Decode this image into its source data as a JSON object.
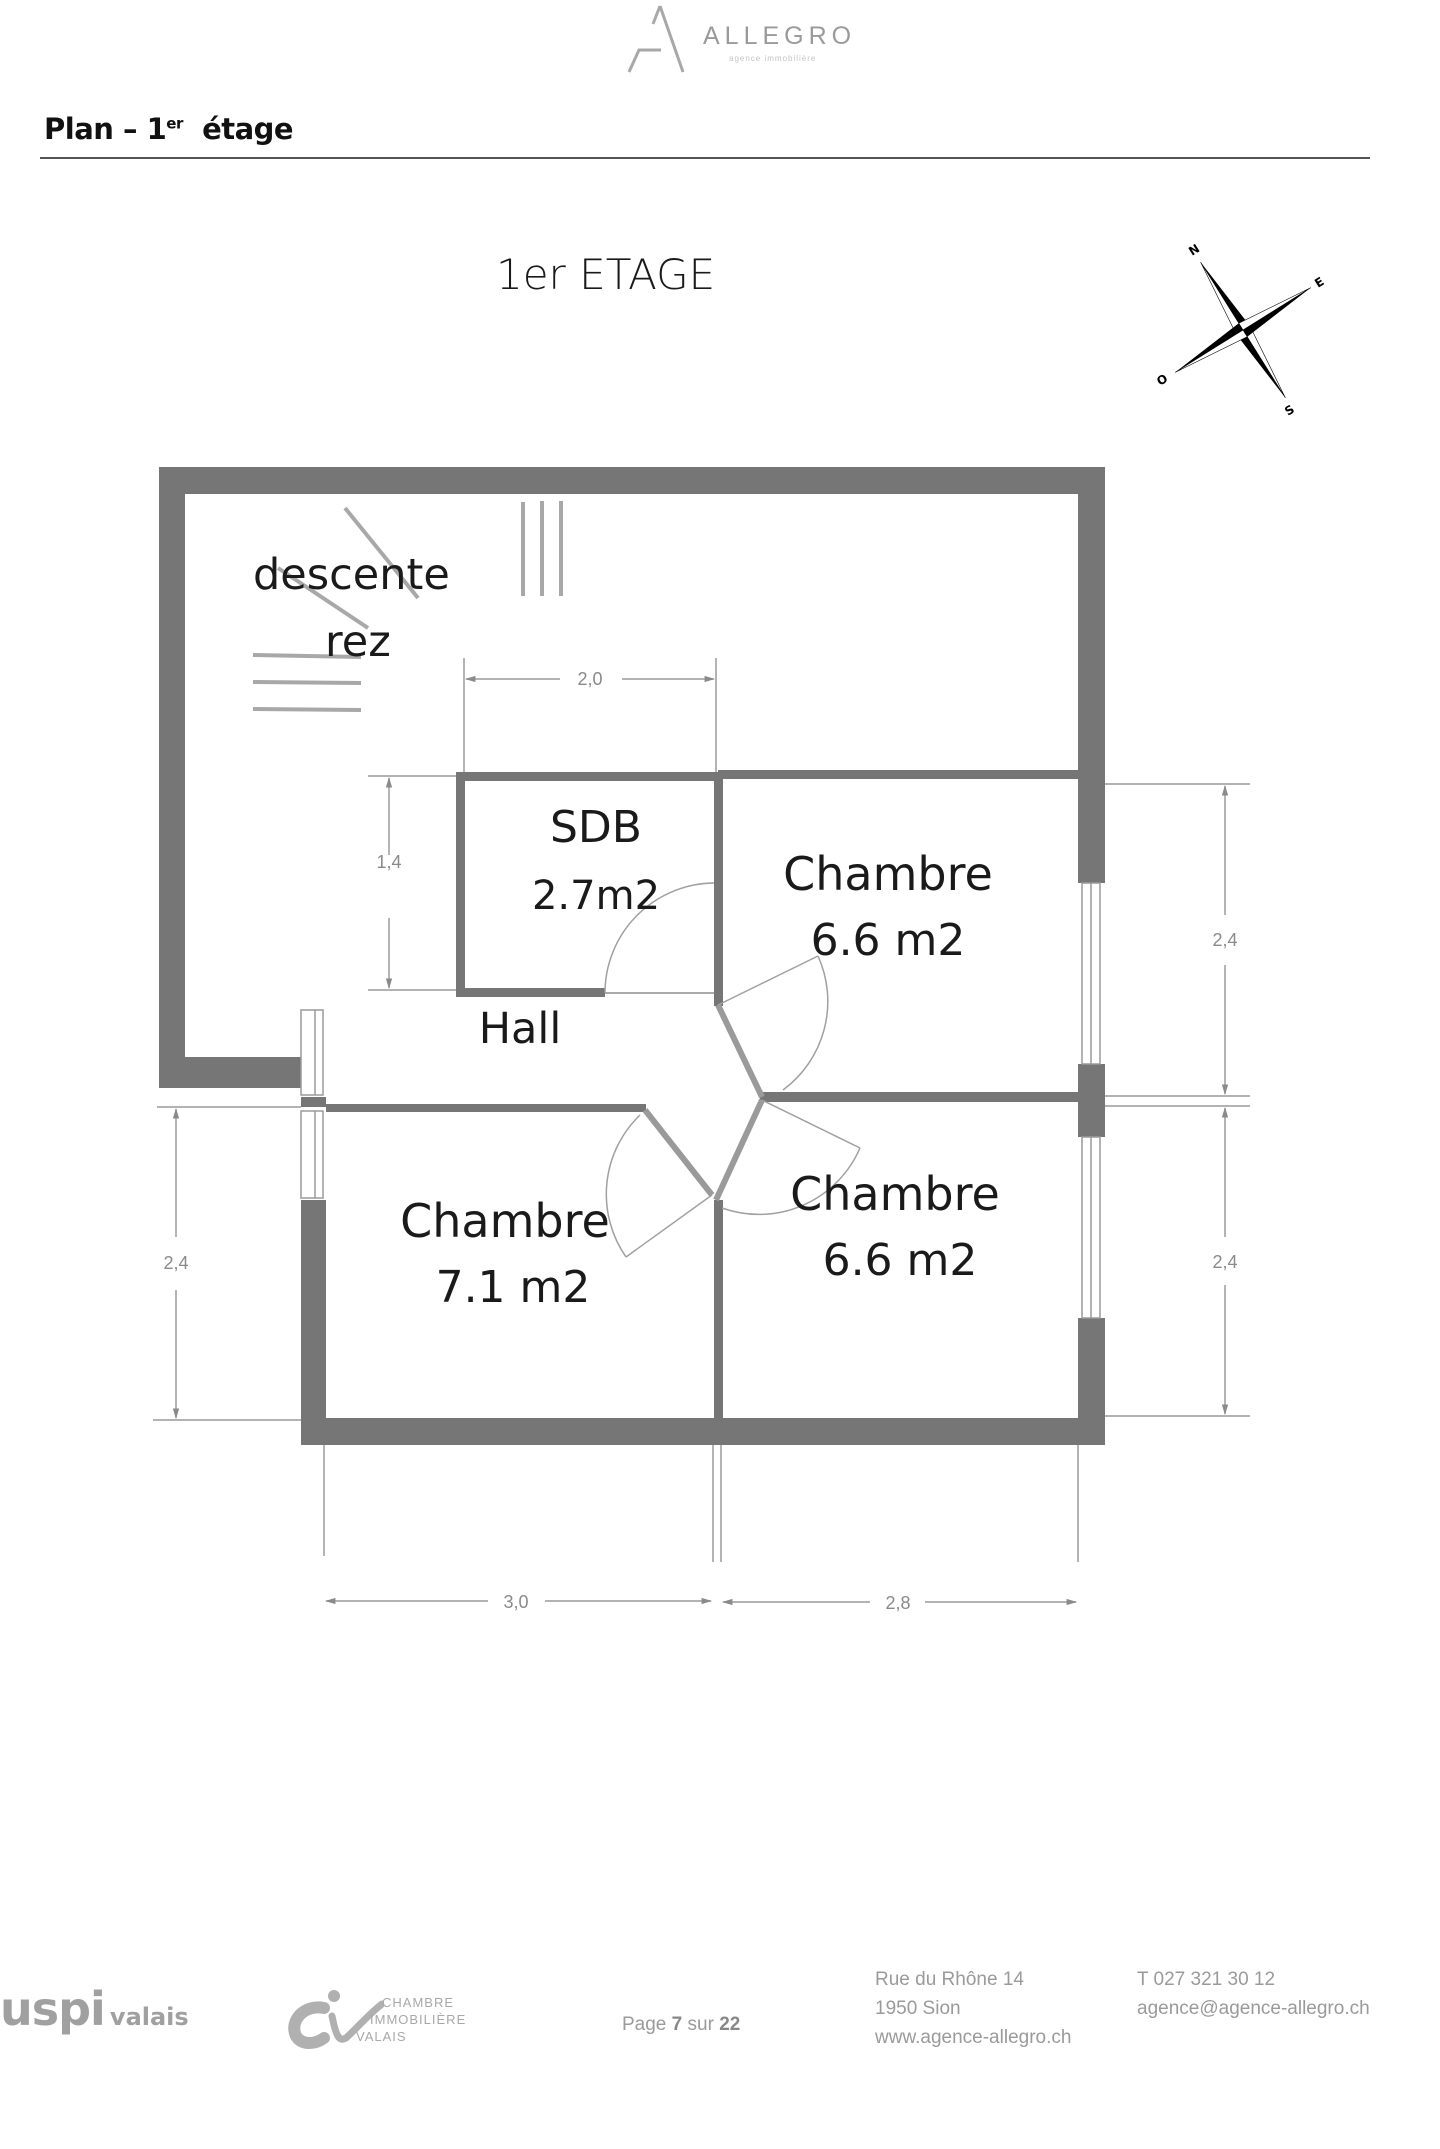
{
  "header": {
    "logo": {
      "name": "ALLEGRO",
      "tagline": "agence immobilière",
      "icon": "allegro-a-logo-icon"
    }
  },
  "section": {
    "title_main": "Plan – 1",
    "title_sup": "er",
    "title_rest": "étage"
  },
  "plan": {
    "title": "1er ETAGE",
    "compass": {
      "icon": "compass-rose-icon",
      "north": "N",
      "east": "E",
      "west": "O",
      "south": "S"
    },
    "stairs_label_line1": "descente",
    "stairs_label_line2": "rez",
    "rooms": [
      {
        "id": "sdb",
        "name": "SDB",
        "area": "2.7m2"
      },
      {
        "id": "hall",
        "name": "Hall",
        "area": ""
      },
      {
        "id": "chambre-ne",
        "name": "Chambre",
        "area": "6.6 m2"
      },
      {
        "id": "chambre-sw",
        "name": "Chambre",
        "area": "7.1 m2"
      },
      {
        "id": "chambre-se",
        "name": "Chambre",
        "area": "6.6 m2"
      }
    ],
    "dimensions": {
      "sdb_width": "2,0",
      "sdb_height": "1,4",
      "right_top": "2,4",
      "right_bottom": "2,4",
      "left_bottom": "2,4",
      "bottom_left": "3,0",
      "bottom_right": "2,8"
    },
    "colors": {
      "wall": "#767676",
      "dimension": "#8a8a8a",
      "text": "#1a1a1a"
    }
  },
  "footer": {
    "logos": [
      {
        "name": "uspi",
        "suffix": "valais"
      },
      {
        "name": "ci",
        "lines": [
          "CHAMBRE",
          "IMMOBILIÈRE",
          "VALAIS"
        ]
      }
    ],
    "page": {
      "prefix": "Page",
      "current": "7",
      "separator": "sur",
      "total": "22"
    },
    "address": {
      "street": "Rue du Rhône 14",
      "city": "1950 Sion",
      "website": "www.agence-allegro.ch"
    },
    "contact": {
      "phone": "T 027 321 30 12",
      "email": "agence@agence-allegro.ch"
    }
  }
}
